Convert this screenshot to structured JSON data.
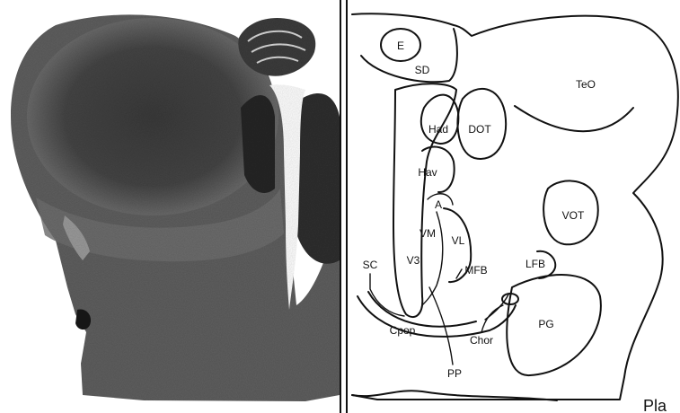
{
  "figure": {
    "labels": {
      "E": "E",
      "SD": "SD",
      "TeO": "TeO",
      "Had": "Had",
      "DOT": "DOT",
      "Hav": "Hav",
      "A": "A",
      "VOT": "VOT",
      "VM": "VM",
      "VL": "VL",
      "SC": "SC",
      "V3": "V3",
      "MFB": "MFB",
      "LFB": "LFB",
      "Cpop": "Cpop",
      "Chor": "Chor",
      "PG": "PG",
      "PP": "PP"
    },
    "corner_text": "Pla"
  },
  "colors": {
    "background": "#ffffff",
    "ink": "#111111",
    "tissue": "#5e5e5e",
    "tissue_dark": "#2e2e2e"
  }
}
